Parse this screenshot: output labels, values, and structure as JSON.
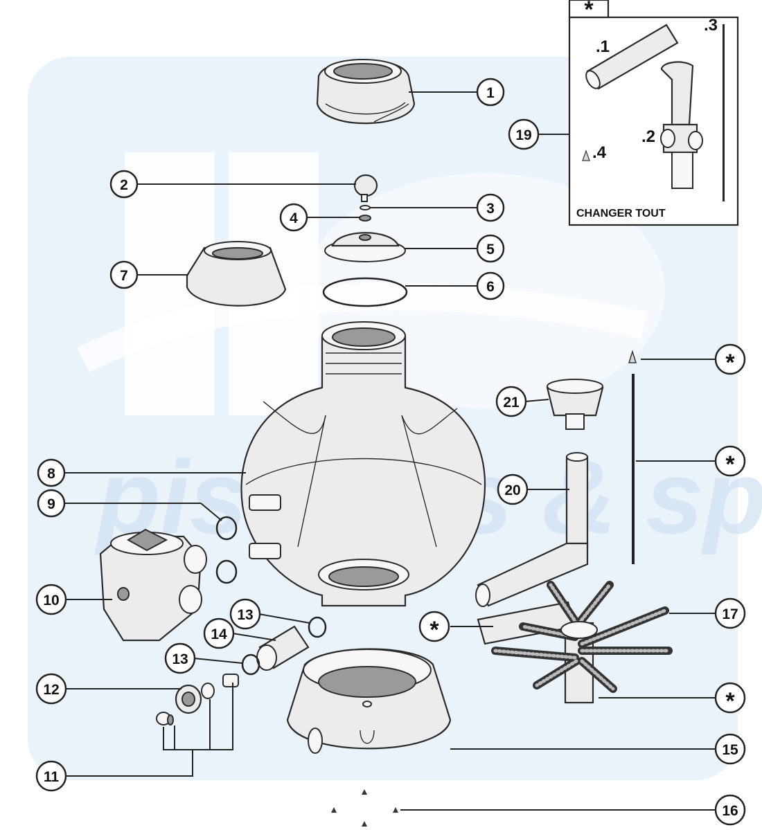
{
  "callouts": [
    {
      "id": "c1",
      "label": "1"
    },
    {
      "id": "c2",
      "label": "2"
    },
    {
      "id": "c3",
      "label": "3"
    },
    {
      "id": "c4",
      "label": "4"
    },
    {
      "id": "c5",
      "label": "5"
    },
    {
      "id": "c6",
      "label": "6"
    },
    {
      "id": "c7",
      "label": "7"
    },
    {
      "id": "c8",
      "label": "8"
    },
    {
      "id": "c9",
      "label": "9"
    },
    {
      "id": "c10",
      "label": "10"
    },
    {
      "id": "c11",
      "label": "11"
    },
    {
      "id": "c12",
      "label": "12"
    },
    {
      "id": "c13a",
      "label": "13"
    },
    {
      "id": "c13b",
      "label": "13"
    },
    {
      "id": "c14",
      "label": "14"
    },
    {
      "id": "c15",
      "label": "15"
    },
    {
      "id": "c16",
      "label": "16"
    },
    {
      "id": "c17",
      "label": "17"
    },
    {
      "id": "c19",
      "label": "19"
    },
    {
      "id": "c20",
      "label": "20"
    },
    {
      "id": "c21",
      "label": "21"
    },
    {
      "id": "s1",
      "label": "*"
    },
    {
      "id": "s2",
      "label": "*"
    },
    {
      "id": "s3",
      "label": "*"
    },
    {
      "id": "s4",
      "label": "*"
    }
  ],
  "kit_box": {
    "header_symbol": "*",
    "caption": "CHANGER TOUT",
    "sub_labels": [
      ".1",
      ".2",
      ".3",
      ".4"
    ]
  },
  "watermark": {
    "text": "piscines & spas",
    "color": "#9fc3e2"
  },
  "colors": {
    "ink": "#222222",
    "part_fill": "#ececec",
    "watermark": "#dbe9f5"
  }
}
